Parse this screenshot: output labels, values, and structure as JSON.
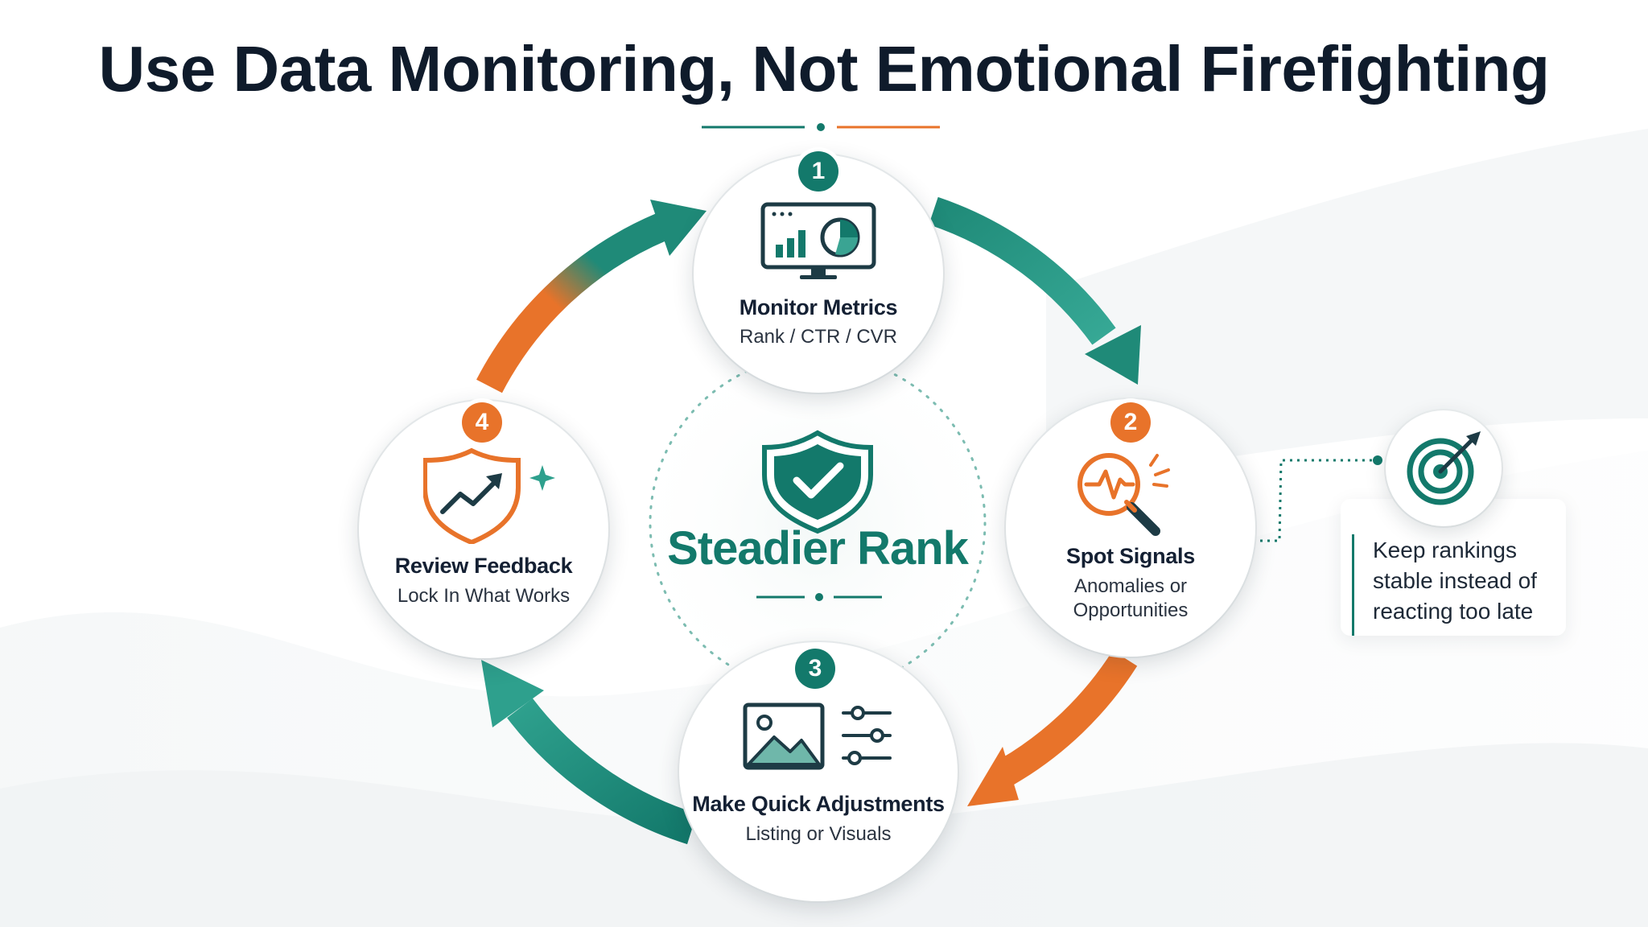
{
  "title": "Use Data Monitoring, Not Emotional Firefighting",
  "center": {
    "title": "Steadier Rank",
    "icon": "shield-check-icon"
  },
  "steps": [
    {
      "number": "1",
      "label": "Monitor Metrics",
      "sub": [
        "Rank / CTR / CVR"
      ],
      "icon": "dashboard-monitor-icon",
      "accent": "#13796b"
    },
    {
      "number": "2",
      "label": "Spot Signals",
      "sub": [
        "Anomalies or",
        "Opportunities"
      ],
      "icon": "magnifier-pulse-icon",
      "accent": "#e8732a"
    },
    {
      "number": "3",
      "label": "Make Quick Adjustments",
      "sub": [
        "Listing or Visuals"
      ],
      "icon": "image-sliders-icon",
      "accent": "#13796b"
    },
    {
      "number": "4",
      "label": "Review Feedback",
      "sub": [
        "Lock In What Works"
      ],
      "icon": "shield-growth-icon",
      "accent": "#e8732a"
    }
  ],
  "callout": {
    "icon": "target-icon",
    "lines": [
      "Keep rankings",
      "stable instead of",
      "reacting too late"
    ]
  },
  "colors": {
    "teal": "#13796b",
    "orange": "#e8732a",
    "text": "#0f1b2b"
  }
}
